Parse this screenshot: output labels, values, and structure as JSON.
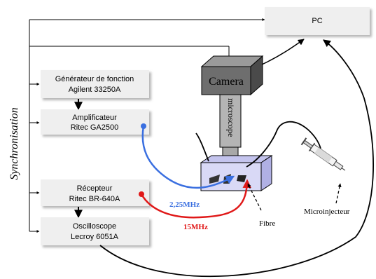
{
  "boxes": {
    "pc": "PC",
    "generator_line1": "Générateur de fonction",
    "generator_line2": "Agilent 33250A",
    "amplifier_line1": "Amplificateur",
    "amplifier_line2": "Ritec GA2500",
    "receiver_line1": "Récepteur",
    "receiver_line2": "Ritec BR-640A",
    "oscilloscope_line1": "Oscilloscope",
    "oscilloscope_line2": "Lecroy 6051A"
  },
  "labels": {
    "synchronisation": "Synchronisation",
    "camera": "Camera",
    "microscope": "microscope",
    "freq_emit": "2,25MHz",
    "freq_receive": "15MHz",
    "fibre": "Fibre",
    "microinjector": "Microinjecteur"
  },
  "colors": {
    "emit_cable": "#3a6fe0",
    "receive_cable": "#e01818",
    "box_fill": "#efefef",
    "camera_fill": "#6e6e6e",
    "tank_fill": "#d9d9f6"
  },
  "icons": [
    "arrow-down-icon",
    "syringe-icon"
  ]
}
